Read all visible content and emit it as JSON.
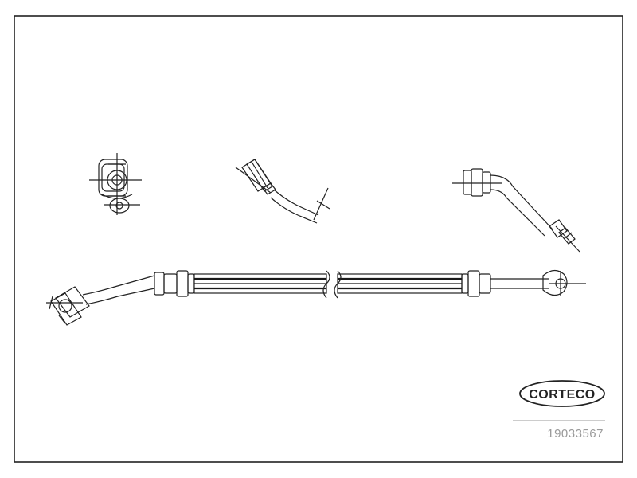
{
  "brand": {
    "logo_text": "CORTECO"
  },
  "part": {
    "number": "19033567"
  },
  "colors": {
    "line": "#222222",
    "hose_dark": "#1a1a1a",
    "label_gray": "#9a9a9a"
  },
  "icons": {
    "logo": "corteco-oval-logo"
  }
}
